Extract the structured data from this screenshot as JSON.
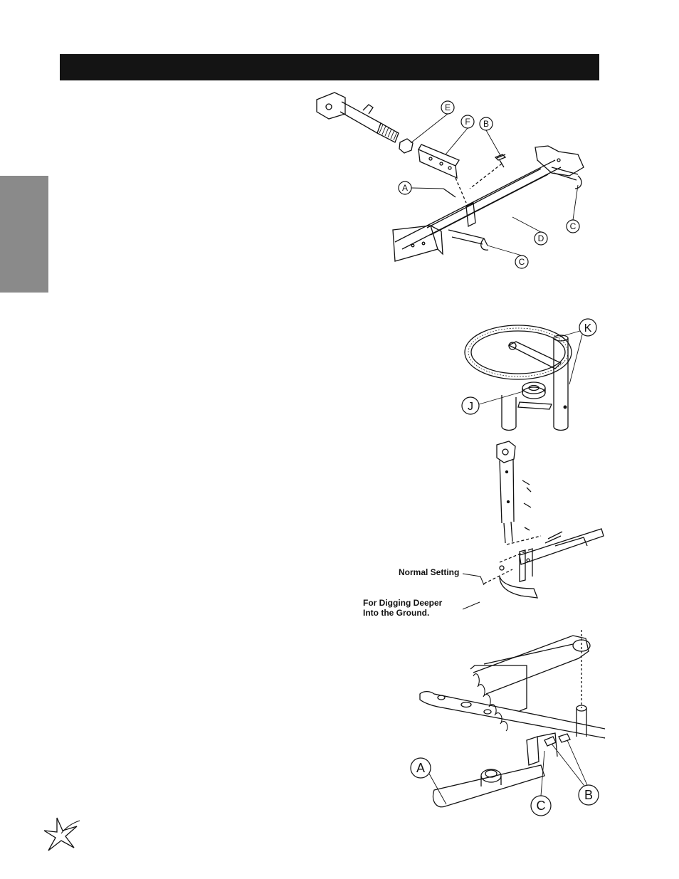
{
  "figures": {
    "hitch_assembly": {
      "callouts": [
        "E",
        "F",
        "B",
        "A",
        "C",
        "D",
        "C"
      ]
    },
    "belt_pulley": {
      "callouts": [
        "K",
        "J"
      ]
    },
    "depth_tine": {
      "labels": {
        "normal": "Normal Setting",
        "deeper_line1": "For Digging Deeper",
        "deeper_line2": "Into the Ground."
      }
    },
    "tine_arm": {
      "callouts": [
        "A",
        "C",
        "B"
      ]
    }
  },
  "icons": {
    "logo": "star-burst-logo-icon"
  },
  "colors": {
    "header_bar": "#141414",
    "side_tab": "#8a8a8a",
    "line_art": "#111111"
  }
}
